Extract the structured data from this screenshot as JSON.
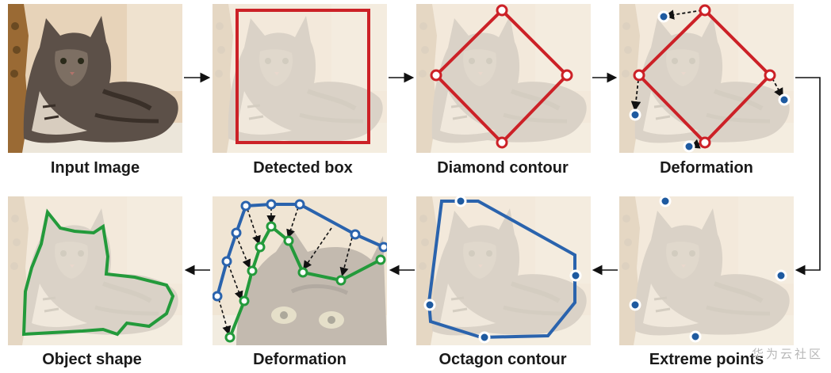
{
  "captions": {
    "input": "Input Image",
    "detected": "Detected box",
    "diamond": "Diamond contour",
    "deformation_top": "Deformation",
    "object": "Object shape",
    "deformation_bottom": "Deformation",
    "octagon": "Octagon contour",
    "extreme": "Extreme points"
  },
  "watermark": "华为云社区",
  "colors": {
    "red_contour": "#cc2127",
    "blue_contour": "#2a63ad",
    "green_contour": "#239a3b",
    "point_fill": "#1e5aa0"
  }
}
